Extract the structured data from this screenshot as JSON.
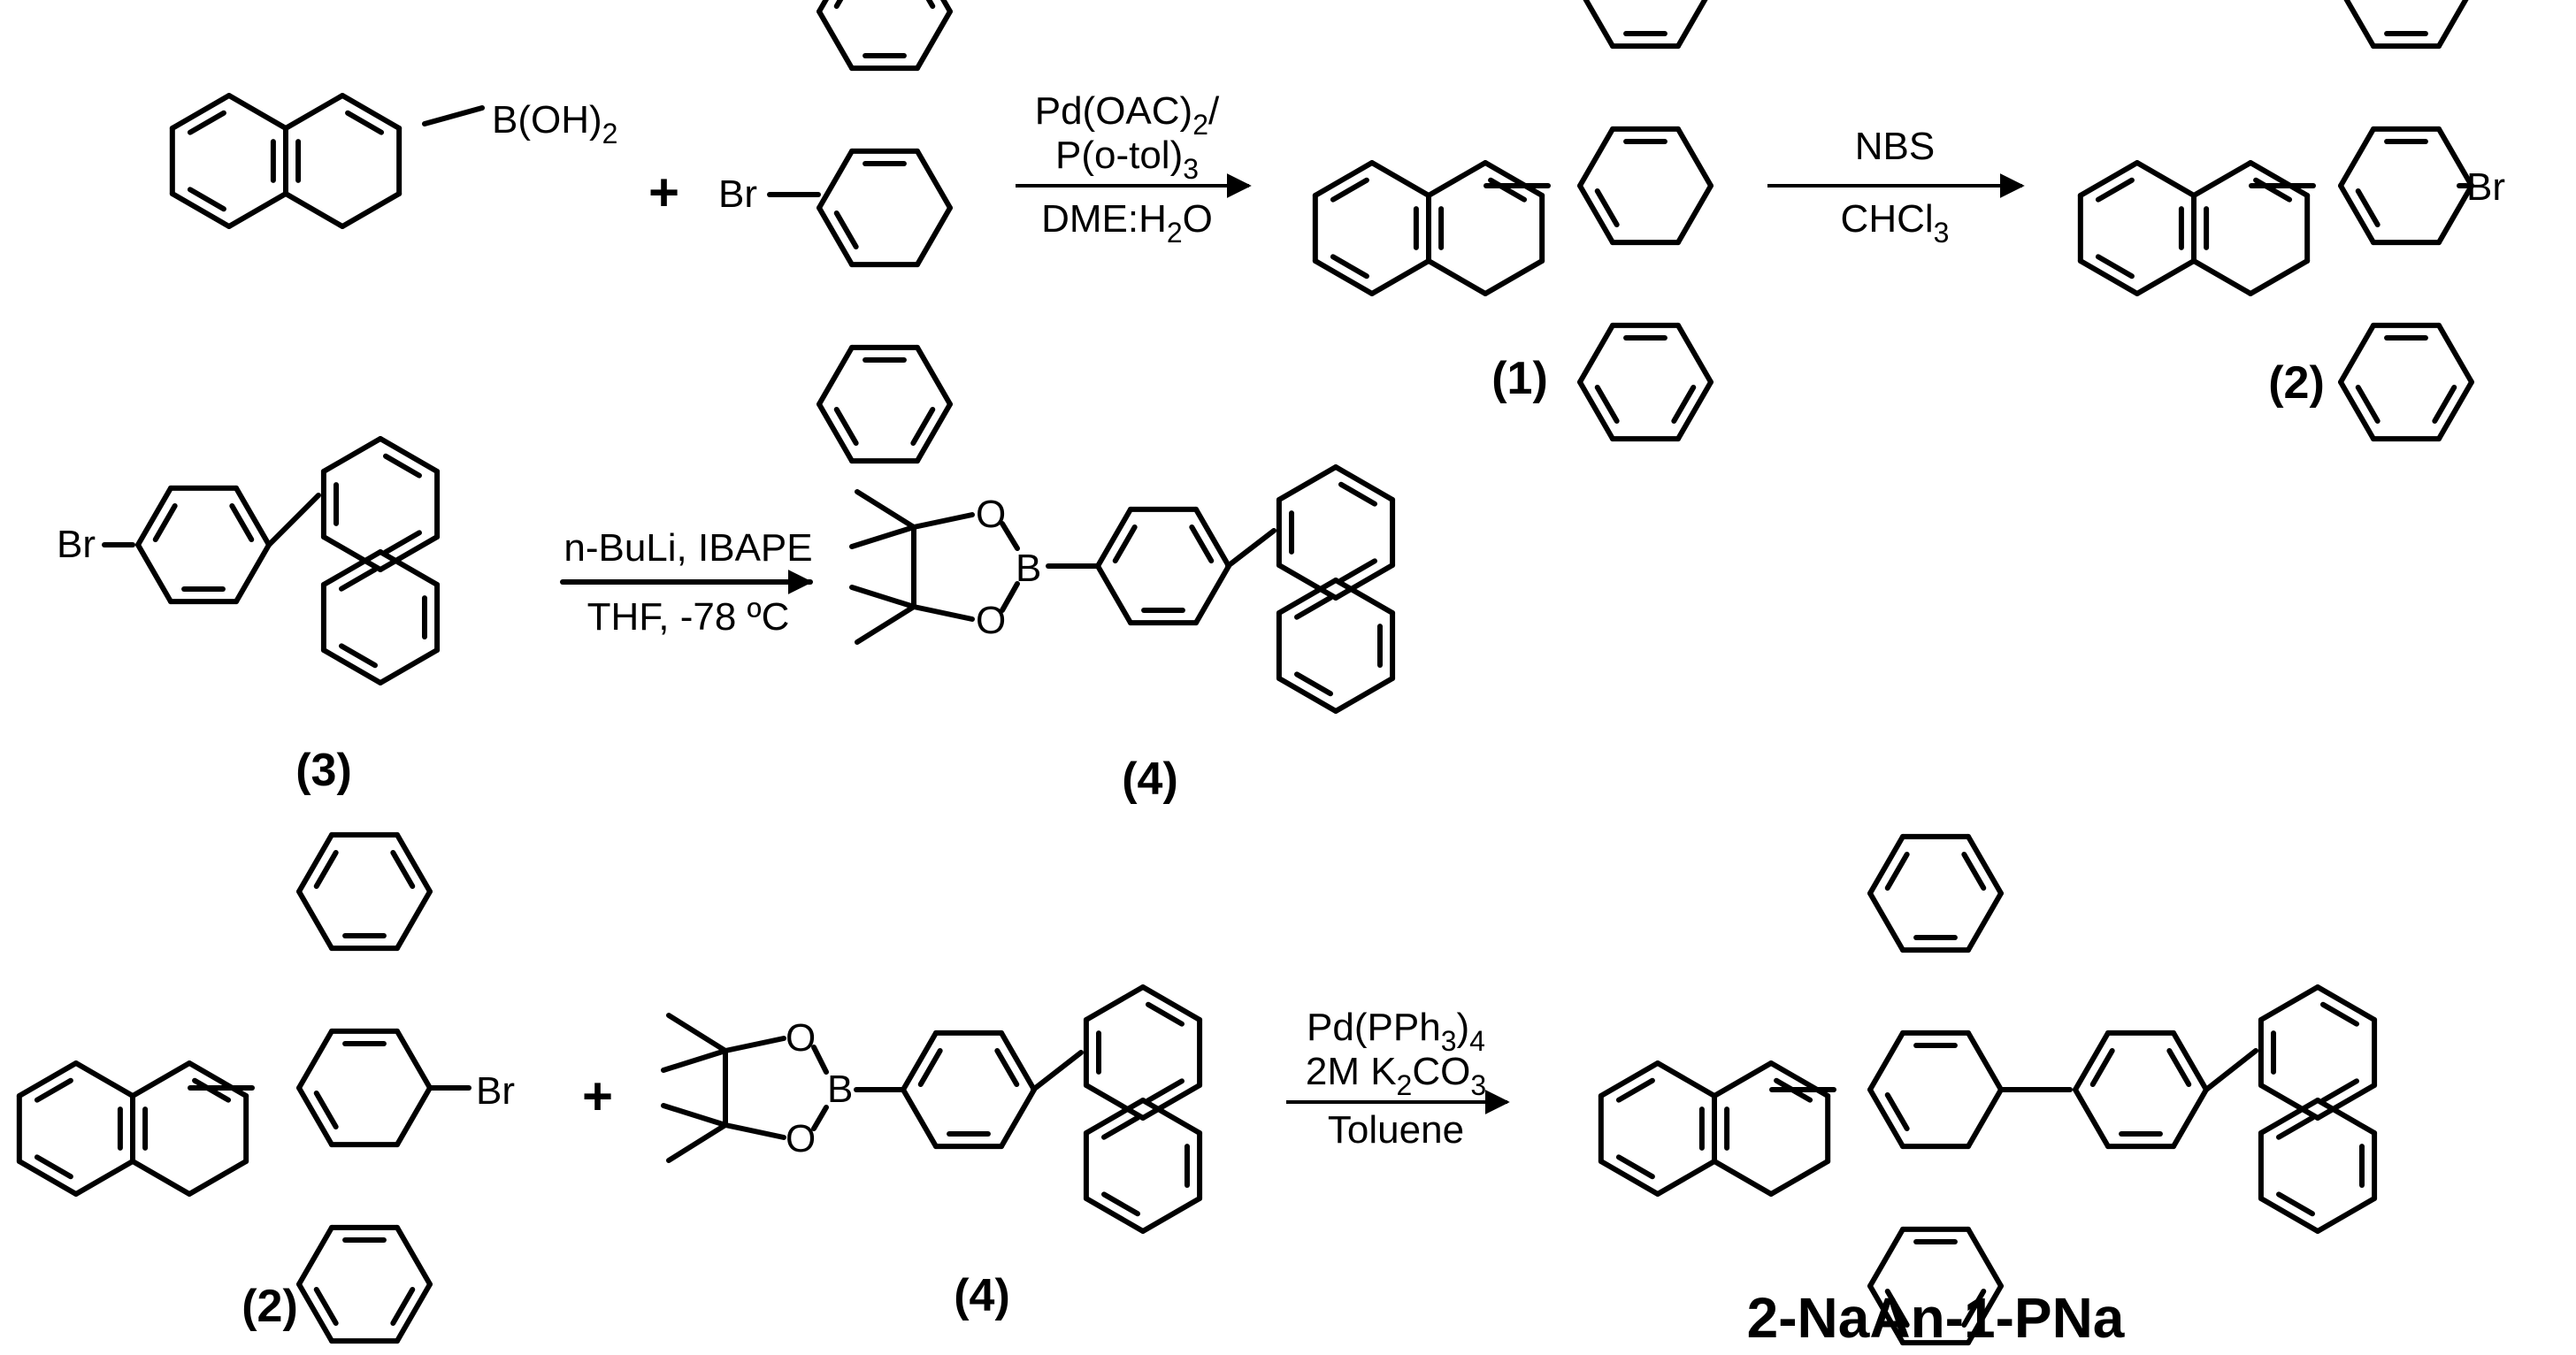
{
  "step1": {
    "reagent1_group": "B(OH)",
    "reagent1_sub": "2",
    "plus": "+",
    "reagent2_br": "Br",
    "cond_line1": "Pd(OAC)",
    "cond_line1_sub": "2",
    "cond_line1_tail": "/",
    "cond_line2": "P(o-tol)",
    "cond_line2_sub": "3",
    "cond_line3a": "DME:H",
    "cond_line3_sub": "2",
    "cond_line3b": "O",
    "product_label": "(1)"
  },
  "step2": {
    "cond_top": "NBS",
    "cond_bottom_a": "CHCl",
    "cond_bottom_sub": "3",
    "product_br": "Br",
    "product_label": "(2)"
  },
  "step3": {
    "reactant_br": "Br",
    "reactant_label": "(3)",
    "cond_top": "n-BuLi, IBAPE",
    "cond_bottom": "THF, -78 ºC",
    "product_o1": "O",
    "product_o2": "O",
    "product_b": "B",
    "product_label": "(4)"
  },
  "step4": {
    "reactant1_br": "Br",
    "reactant1_label": "(2)",
    "plus": "+",
    "reactant2_o1": "O",
    "reactant2_o2": "O",
    "reactant2_b": "B",
    "reactant2_label": "(4)",
    "cond_line1a": "Pd(PPh",
    "cond_line1_sub": "3",
    "cond_line1b": ")",
    "cond_line1_sub2": "4",
    "cond_line2a": "2M  K",
    "cond_line2_sub": "2",
    "cond_line2b": "CO",
    "cond_line2_sub2": "3",
    "cond_line3": "Toluene",
    "product_name": "2-NaAn-1-PNa"
  }
}
